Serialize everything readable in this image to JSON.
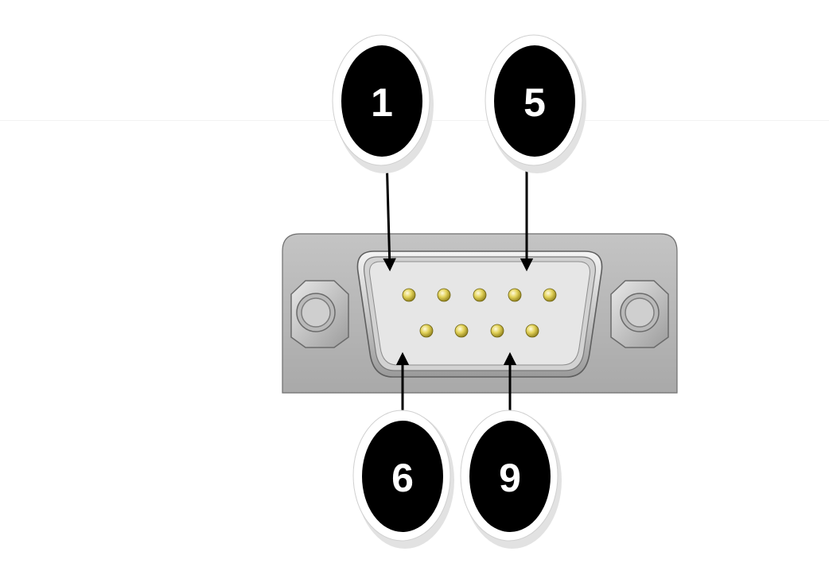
{
  "pin_labels": {
    "pin1": "1",
    "pin5": "5",
    "pin6": "6",
    "pin9": "9"
  },
  "connector": {
    "type": "DE-9",
    "top_row_pin_count": 5,
    "bottom_row_pin_count": 4,
    "colors": {
      "flange": "#b3b3b3",
      "flange_edge": "#7a7a7a",
      "shell": "#d9d9d9",
      "insert": "#e4e4e4",
      "pin": "#d8c64a",
      "badge": "#000000",
      "badge_shadow": "#d7d7d7"
    }
  }
}
